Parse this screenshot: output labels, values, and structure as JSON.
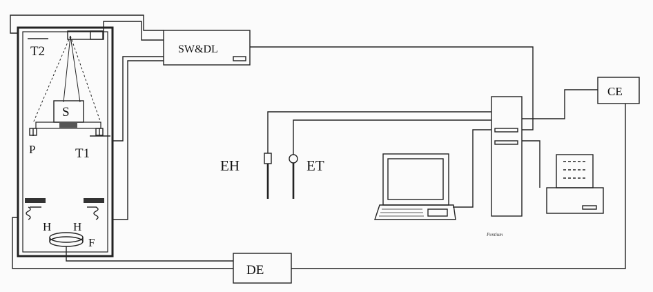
{
  "labels": {
    "t2": "T2",
    "s": "S",
    "p": "P",
    "t1": "T1",
    "h_left": "H",
    "h_right": "H",
    "f": "F",
    "swdl": "SW&DL",
    "eh": "EH",
    "et": "ET",
    "ce": "CE",
    "de": "DE",
    "caption": "Pentium"
  }
}
